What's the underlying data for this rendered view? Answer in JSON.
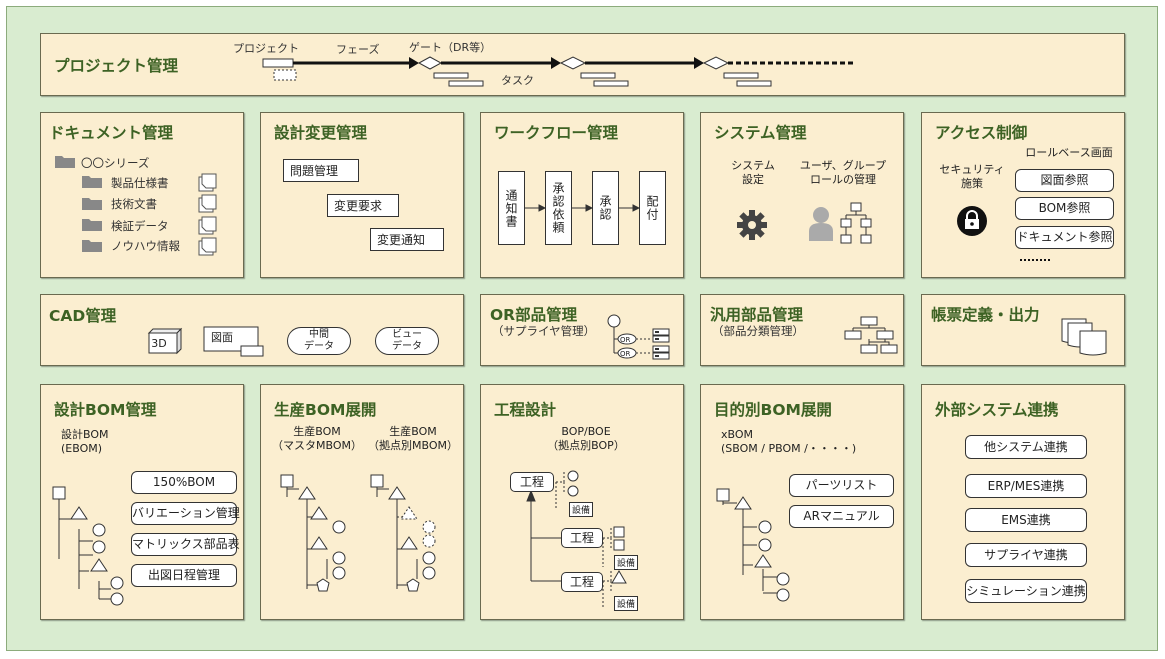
{
  "project": {
    "title": "プロジェクト管理",
    "label_project": "プロジェクト",
    "label_phase": "フェーズ",
    "label_gate": "ゲート（DR等）",
    "label_task": "タスク"
  },
  "document": {
    "title": "ドキュメント管理",
    "series": "〇〇シリーズ",
    "items": [
      "製品仕様書",
      "技術文書",
      "検証データ",
      "ノウハウ情報"
    ]
  },
  "design_change": {
    "title": "設計変更管理",
    "items": [
      "問題管理",
      "変更要求",
      "変更通知"
    ]
  },
  "workflow": {
    "title": "ワークフロー管理",
    "steps": [
      "通知書",
      "承認依頼",
      "承認",
      "配付"
    ]
  },
  "system": {
    "title": "システム管理",
    "setting": "システム\n設定",
    "roles": "ユーザ、グループ\nロールの管理"
  },
  "access": {
    "title": "アクセス制御",
    "security": "セキュリティ\n施策",
    "role_screen": "ロールベース画面",
    "buttons": [
      "図面参照",
      "BOM参照",
      "ドキュメント参照"
    ]
  },
  "cad": {
    "title": "CAD管理",
    "items": [
      "3D",
      "図面",
      "中間\nデータ",
      "ビュー\nデータ"
    ]
  },
  "or_parts": {
    "title": "OR部品管理",
    "subtitle": "（サプライヤ管理）",
    "or_label": "OR"
  },
  "generic_parts": {
    "title": "汎用部品管理",
    "subtitle": "（部品分類管理）"
  },
  "forms": {
    "title": "帳票定義・出力"
  },
  "design_bom": {
    "title": "設計BOM管理",
    "sub": "設計BOM\n(EBOM)",
    "items": [
      "150%BOM",
      "バリエーション管理",
      "マトリックス部品表",
      "出図日程管理"
    ]
  },
  "production_bom": {
    "title": "生産BOM展開",
    "col1": "生産BOM\n（マスタMBOM）",
    "col2": "生産BOM\n（拠点別MBOM）"
  },
  "process": {
    "title": "工程設計",
    "sub": "BOP/BOE\n（拠点別BOP）",
    "process_label": "工程",
    "equipment_label": "設備"
  },
  "purpose_bom": {
    "title": "目的別BOM展開",
    "sub": "xBOM\n(SBOM / PBOM /・・・・)",
    "items": [
      "パーツリスト",
      "ARマニュアル"
    ]
  },
  "external": {
    "title": "外部システム連携",
    "items": [
      "他システム連携",
      "ERP/MES連携",
      "EMS連携",
      "サプライヤ連携",
      "シミュレーション連携"
    ]
  },
  "colors": {
    "background": "#d9ecd0",
    "card": "#fbeed0",
    "title": "#3d6224"
  }
}
